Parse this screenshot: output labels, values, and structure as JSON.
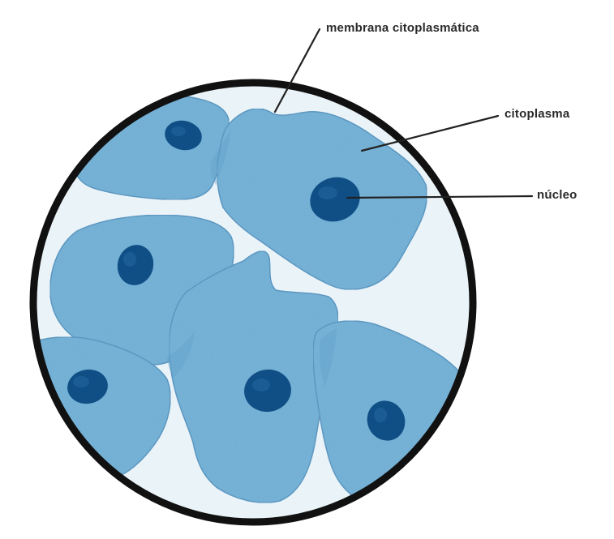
{
  "labels": {
    "membrane": "membrana citoplasmática",
    "cytoplasm": "citoplasma",
    "nucleus": "núcleo"
  },
  "colors": {
    "background": "#ffffff",
    "field": "#eaf3f8",
    "cell_fill": "#77b4d9",
    "cell_edge": "#5d9ac4",
    "nucleus": "#0f4f86",
    "rim": "#111111",
    "leader": "#222222"
  }
}
